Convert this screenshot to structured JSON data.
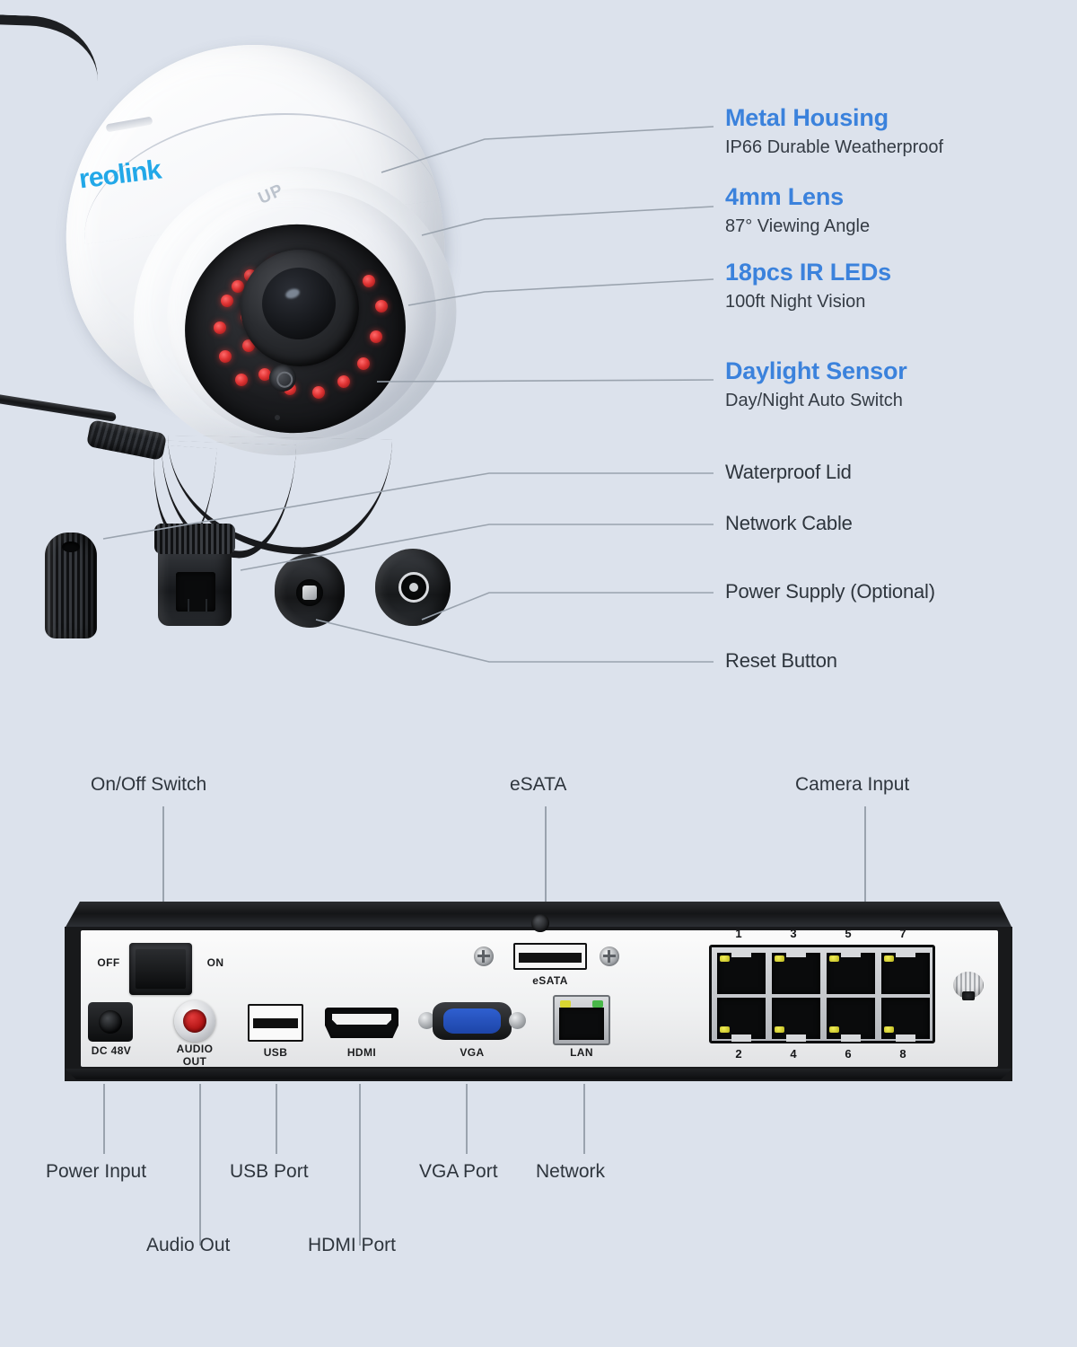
{
  "brand": {
    "logo_text": "reolink",
    "logo_color": "#22a8e8"
  },
  "theme": {
    "background": "#dce2ec",
    "heading_blue": "#3b82dc",
    "body_text": "#343b44",
    "leader_line": "#9aa3ae"
  },
  "camera_section": {
    "marking_up": "UP",
    "callouts": [
      {
        "title": "Metal Housing",
        "sub": "IP66 Durable Weatherproof",
        "style": "feature"
      },
      {
        "title": "4mm Lens",
        "sub": "87° Viewing Angle",
        "style": "feature"
      },
      {
        "title": "18pcs IR LEDs",
        "sub": "100ft Night Vision",
        "style": "feature"
      },
      {
        "title": "Daylight Sensor",
        "sub": "Day/Night Auto Switch",
        "style": "feature"
      },
      {
        "title": "Waterproof Lid",
        "sub": "",
        "style": "plain"
      },
      {
        "title": "Network Cable",
        "sub": "",
        "style": "plain"
      },
      {
        "title": "Power Supply (Optional)",
        "sub": "",
        "style": "plain"
      },
      {
        "title": "Reset Button",
        "sub": "",
        "style": "plain"
      }
    ]
  },
  "nvr_section": {
    "top_callouts": [
      {
        "label": "On/Off Switch"
      },
      {
        "label": "eSATA"
      },
      {
        "label": "Camera Input"
      }
    ],
    "bottom_callouts_row1": [
      {
        "label": "Power Input"
      },
      {
        "label": "USB Port"
      },
      {
        "label": "VGA Port"
      },
      {
        "label": "Network"
      }
    ],
    "bottom_callouts_row2": [
      {
        "label": "Audio Out"
      },
      {
        "label": "HDMI Port"
      }
    ],
    "panel_labels": {
      "switch_off": "OFF",
      "switch_on": "ON",
      "dc": "DC 48V",
      "audio_out_line1": "AUDIO",
      "audio_out_line2": "OUT",
      "usb": "USB",
      "hdmi": "HDMI",
      "vga": "VGA",
      "lan": "LAN",
      "esata": "eSATA"
    },
    "camera_ports": {
      "top_row": [
        "1",
        "3",
        "5",
        "7"
      ],
      "bottom_row": [
        "2",
        "4",
        "6",
        "8"
      ]
    }
  }
}
